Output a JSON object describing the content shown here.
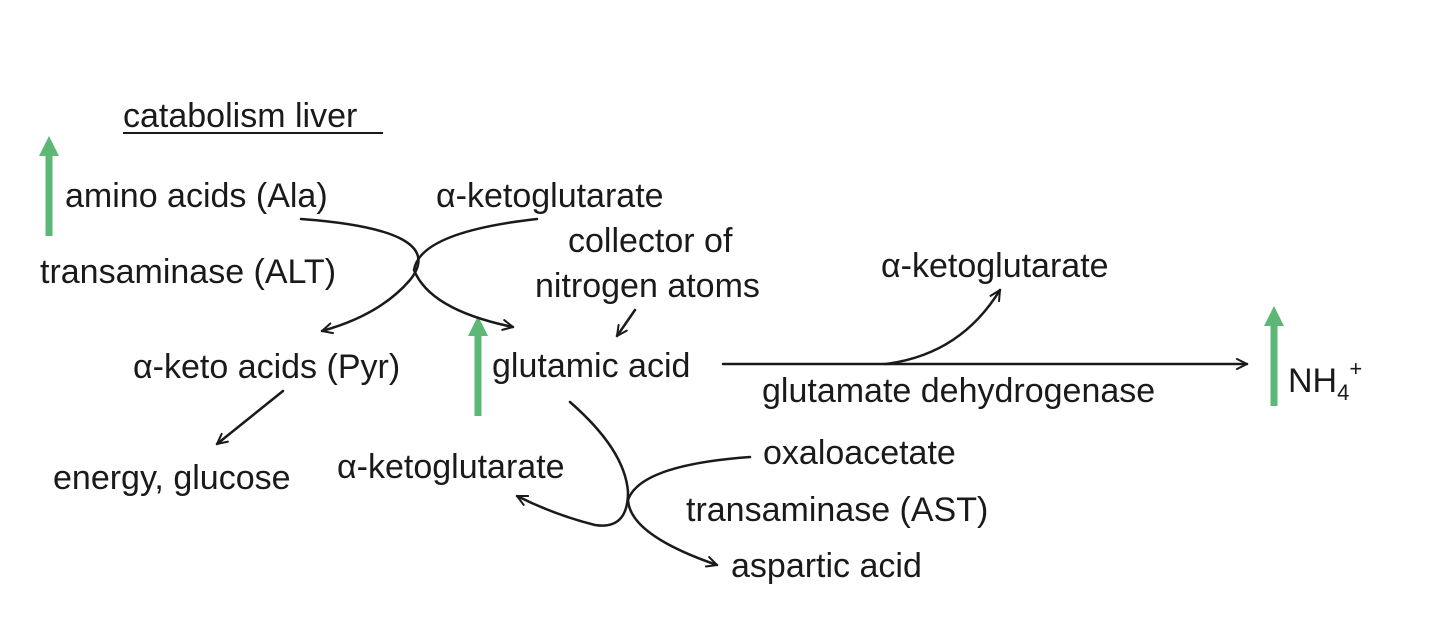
{
  "title": "catabolism liver",
  "labels": {
    "amino_acids": "amino acids (Ala)",
    "alt_enzyme": "transaminase (ALT)",
    "akg_top": "α-ketoglutarate",
    "collector_line1": "collector of",
    "collector_line2": "nitrogen atoms",
    "keto_acids": "α-keto acids (Pyr)",
    "energy": "energy, glucose",
    "glutamic_acid": "glutamic acid",
    "akg_right": "α-ketoglutarate",
    "gdh_enzyme": "glutamate dehydrogenase",
    "ammonium_base": "NH",
    "ammonium_sub": "4",
    "ammonium_sup": "+",
    "akg_bottom": "α-ketoglutarate",
    "oxaloacetate": "oxaloacetate",
    "ast_enzyme": "transaminase (AST)",
    "aspartic_acid": "aspartic acid"
  },
  "colors": {
    "increase_indicator": "#5cb874",
    "line": "#1a1a1a",
    "text": "#1a1a1a"
  }
}
